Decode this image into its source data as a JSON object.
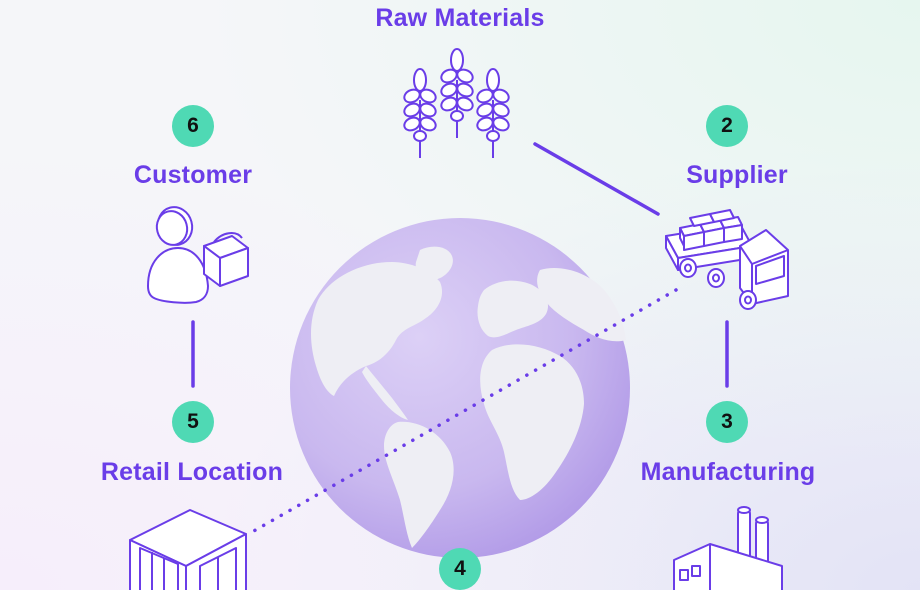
{
  "diagram": {
    "stages": [
      {
        "number": "",
        "label": "Raw Materials",
        "icon": "wheat-icon"
      },
      {
        "number": "2",
        "label": "Supplier",
        "icon": "truck-icon"
      },
      {
        "number": "3",
        "label": "Manufacturing",
        "icon": "factory-icon"
      },
      {
        "number": "4",
        "label": "",
        "icon": ""
      },
      {
        "number": "5",
        "label": "Retail Location",
        "icon": "store-icon"
      },
      {
        "number": "6",
        "label": "Customer",
        "icon": "customer-icon"
      }
    ],
    "center_icon": "globe-icon",
    "colors": {
      "accent": "#6a3de8",
      "badge": "#4fd9b4",
      "badge_text": "#111111",
      "globe": "#c9b8ef",
      "land": "#eeeef4"
    }
  }
}
